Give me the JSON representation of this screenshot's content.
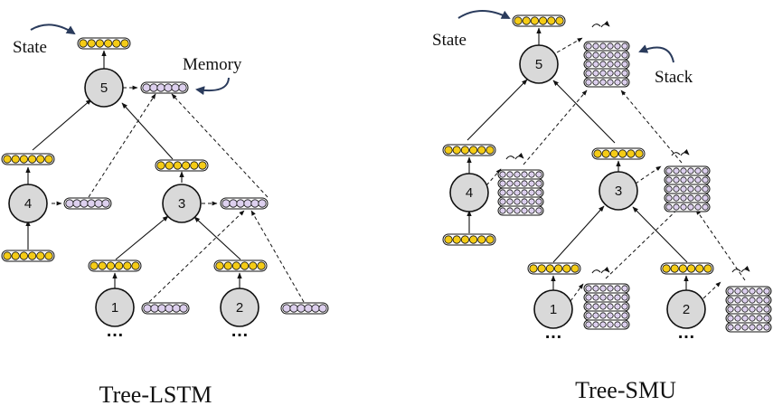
{
  "labels": {
    "lstm_state": "State",
    "lstm_memory": "Memory",
    "smu_state": "State",
    "smu_stack": "Stack",
    "caption_lstm": "Tree-LSTM",
    "caption_smu": "Tree-SMU",
    "node_5": "5",
    "node_4": "4",
    "node_3": "3",
    "node_1": "1",
    "node_2": "2",
    "ellipsis": "…"
  },
  "colors": {
    "state_cell": "#f5cc16",
    "memory_cell": "#ddd0ee",
    "node_fill": "#d9d9d9",
    "arrow": "#111111",
    "callout": "#2a3b5c"
  }
}
